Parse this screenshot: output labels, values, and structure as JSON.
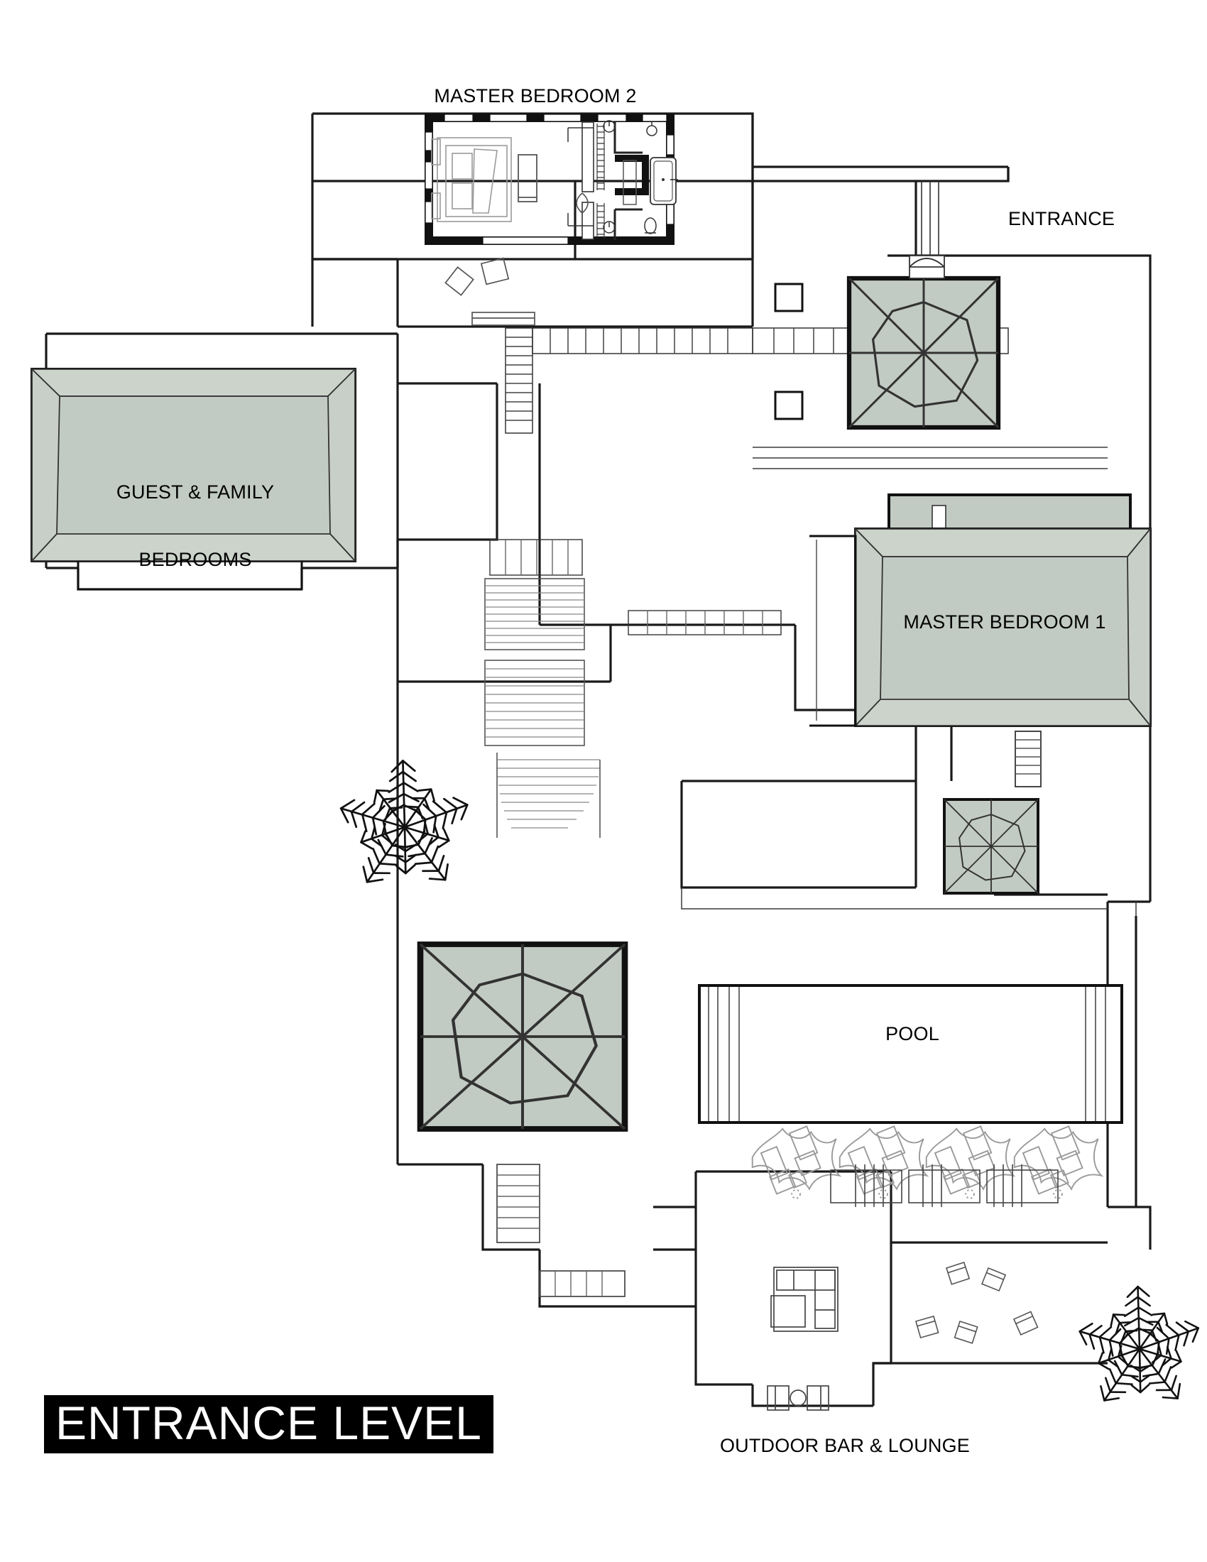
{
  "drawing": {
    "title": "ENTRANCE LEVEL",
    "type": "architectural-floor-plan",
    "level": "Entrance Level",
    "background_color": "#ffffff",
    "line_color": "#1a1a1a",
    "roof_fill_color": "#c2cbc3",
    "furniture_line_color": "#9a9a9a",
    "title_block_bg": "#000000",
    "title_block_text_color": "#ffffff"
  },
  "labels": {
    "master_bedroom_2": "MASTER BEDROOM 2",
    "entrance": "ENTRANCE",
    "guest_family_bedrooms_line1": "GUEST & FAMILY",
    "guest_family_bedrooms_line2": "BEDROOMS",
    "master_bedroom_1": "MASTER BEDROOM 1",
    "pool": "POOL",
    "outdoor_bar_lounge": "OUTDOOR BAR & LOUNGE"
  },
  "spaces": [
    {
      "name": "MASTER BEDROOM 2",
      "kind": "bedroom-suite",
      "shaded": false
    },
    {
      "name": "ENTRANCE",
      "kind": "entry",
      "shaded": false
    },
    {
      "name": "GUEST & FAMILY BEDROOMS",
      "kind": "bedroom-wing",
      "shaded": true
    },
    {
      "name": "MASTER BEDROOM 1",
      "kind": "bedroom-suite",
      "shaded": true
    },
    {
      "name": "POOL",
      "kind": "pool",
      "shaded": false
    },
    {
      "name": "OUTDOOR BAR & LOUNGE",
      "kind": "outdoor-living",
      "shaded": false
    }
  ],
  "furniture": {
    "master_bedroom_2": [
      "double-bed",
      "nightstand",
      "bench",
      "wardrobe",
      "desk-chair",
      "bathtub",
      "toilet",
      "washbasin",
      "shower"
    ],
    "outdoor_bar_lounge": [
      "sectional-sofa",
      "coffee-table",
      "armchair",
      "armchair",
      "round-side-table",
      "loose-chairs"
    ],
    "pool_deck": [
      "sun-lounger",
      "sun-lounger",
      "sun-lounger",
      "sun-lounger",
      "parasol",
      "parasol",
      "parasol",
      "parasol"
    ]
  },
  "vegetation": {
    "count": 2,
    "symbol": "palm-tree"
  },
  "pavilions": {
    "count": 3,
    "symbol": "pyramid-roof-octagon"
  }
}
